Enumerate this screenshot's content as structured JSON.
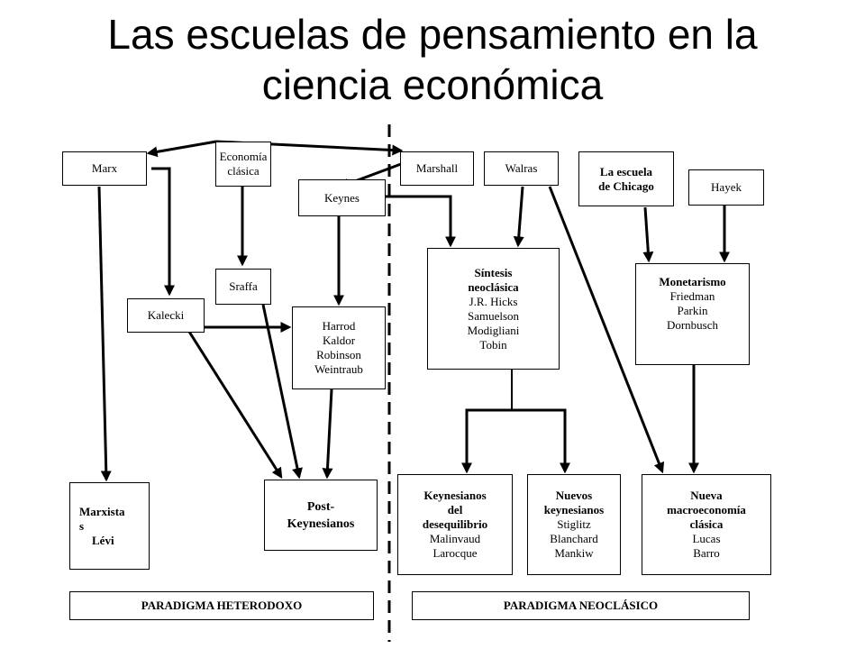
{
  "title": {
    "line1": "Las escuelas de pensamiento en la",
    "line2": "ciencia económica"
  },
  "nodes": {
    "marx": [
      "Marx"
    ],
    "economia_clasica": [
      "Economía",
      "clásica"
    ],
    "keynes": [
      "Keynes"
    ],
    "marshall": [
      "Marshall"
    ],
    "walras": [
      "Walras"
    ],
    "chicago": [
      "La escuela",
      "de Chicago"
    ],
    "hayek": [
      "Hayek"
    ],
    "sraffa": [
      "Sraffa"
    ],
    "kalecki": [
      "Kalecki"
    ],
    "harrod_group": [
      "Harrod",
      "Kaldor",
      "Robinson",
      "Weintraub"
    ],
    "sintesis": [
      "Síntesis",
      "neoclásica",
      "J.R. Hicks",
      "Samuelson",
      "Modigliani",
      "Tobin"
    ],
    "monetarismo": [
      "Monetarismo",
      "Friedman",
      "Parkin",
      "Dornbusch"
    ],
    "marxistas": [
      "Marxista",
      "s",
      "Lévi"
    ],
    "post_keynesianos": [
      "Post-",
      "Keynesianos"
    ],
    "keynesianos_desequilibrio": [
      "Keynesianos",
      "del",
      "desequilibrio",
      "Malinvaud",
      "Larocque"
    ],
    "nuevos_keynesianos": [
      "Nuevos",
      "keynesianos",
      "Stiglitz",
      "Blanchard",
      "Mankiw"
    ],
    "nueva_macro": [
      "Nueva",
      "macroeconomía",
      "clásica",
      "Lucas",
      "Barro"
    ]
  },
  "paradigms": {
    "heterodoxo": "PARADIGMA HETERODOXO",
    "neoclasico": "PARADIGMA NEOCLÁSICO"
  }
}
